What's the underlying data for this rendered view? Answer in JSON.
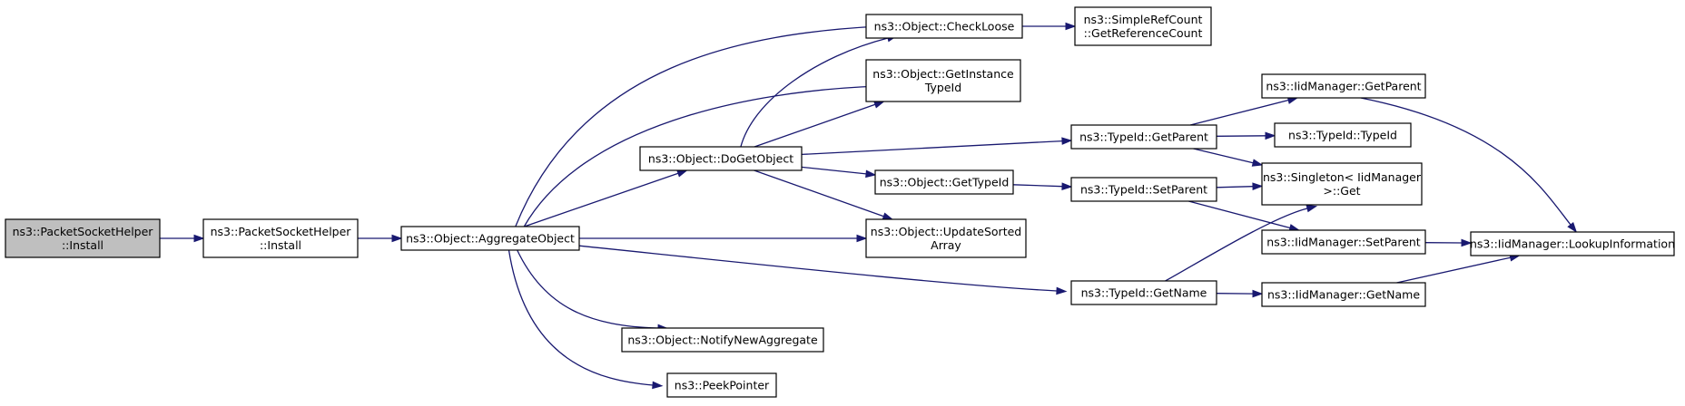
{
  "nodes": [
    {
      "id": "root",
      "lines": [
        "ns3::PacketSocketHelper",
        "::Install"
      ],
      "root": true
    },
    {
      "id": "psh_install",
      "lines": [
        "ns3::PacketSocketHelper",
        "::Install"
      ]
    },
    {
      "id": "aggregate",
      "lines": [
        "ns3::Object::AggregateObject"
      ]
    },
    {
      "id": "dogetobject",
      "lines": [
        "ns3::Object::DoGetObject"
      ]
    },
    {
      "id": "notify",
      "lines": [
        "ns3::Object::NotifyNewAggregate"
      ]
    },
    {
      "id": "peek",
      "lines": [
        "ns3::PeekPointer"
      ]
    },
    {
      "id": "checkloose",
      "lines": [
        "ns3::Object::CheckLoose"
      ]
    },
    {
      "id": "getinstance",
      "lines": [
        "ns3::Object::GetInstance",
        "TypeId"
      ]
    },
    {
      "id": "gettypeid",
      "lines": [
        "ns3::Object::GetTypeId"
      ]
    },
    {
      "id": "updatesorted",
      "lines": [
        "ns3::Object::UpdateSorted",
        "Array"
      ]
    },
    {
      "id": "refcount",
      "lines": [
        "ns3::SimpleRefCount",
        "::GetReferenceCount"
      ]
    },
    {
      "id": "typeid_getparent",
      "lines": [
        "ns3::TypeId::GetParent"
      ]
    },
    {
      "id": "typeid_setparent",
      "lines": [
        "ns3::TypeId::SetParent"
      ]
    },
    {
      "id": "typeid_getname",
      "lines": [
        "ns3::TypeId::GetName"
      ]
    },
    {
      "id": "iid_getparent",
      "lines": [
        "ns3::IidManager::GetParent"
      ]
    },
    {
      "id": "typeid_typeid",
      "lines": [
        "ns3::TypeId::TypeId"
      ]
    },
    {
      "id": "singleton",
      "lines": [
        "ns3::Singleton< IidManager",
        " >::Get"
      ]
    },
    {
      "id": "iid_setparent",
      "lines": [
        "ns3::IidManager::SetParent"
      ]
    },
    {
      "id": "iid_getname",
      "lines": [
        "ns3::IidManager::GetName"
      ]
    },
    {
      "id": "lookup",
      "lines": [
        "ns3::IidManager::LookupInformation"
      ]
    }
  ],
  "edges": [
    [
      "root",
      "psh_install"
    ],
    [
      "psh_install",
      "aggregate"
    ],
    [
      "aggregate",
      "checkloose"
    ],
    [
      "aggregate",
      "getinstance"
    ],
    [
      "aggregate",
      "dogetobject"
    ],
    [
      "aggregate",
      "updatesorted"
    ],
    [
      "aggregate",
      "typeid_getname"
    ],
    [
      "aggregate",
      "notify"
    ],
    [
      "aggregate",
      "peek"
    ],
    [
      "dogetobject",
      "checkloose"
    ],
    [
      "dogetobject",
      "getinstance"
    ],
    [
      "dogetobject",
      "typeid_getparent"
    ],
    [
      "dogetobject",
      "gettypeid"
    ],
    [
      "dogetobject",
      "updatesorted"
    ],
    [
      "checkloose",
      "refcount"
    ],
    [
      "gettypeid",
      "typeid_setparent"
    ],
    [
      "typeid_getparent",
      "iid_getparent"
    ],
    [
      "typeid_getparent",
      "typeid_typeid"
    ],
    [
      "typeid_getparent",
      "singleton"
    ],
    [
      "typeid_setparent",
      "singleton"
    ],
    [
      "typeid_setparent",
      "iid_setparent"
    ],
    [
      "typeid_getname",
      "singleton"
    ],
    [
      "typeid_getname",
      "iid_getname"
    ],
    [
      "iid_getparent",
      "lookup"
    ],
    [
      "iid_setparent",
      "lookup"
    ],
    [
      "iid_getname",
      "lookup"
    ]
  ]
}
